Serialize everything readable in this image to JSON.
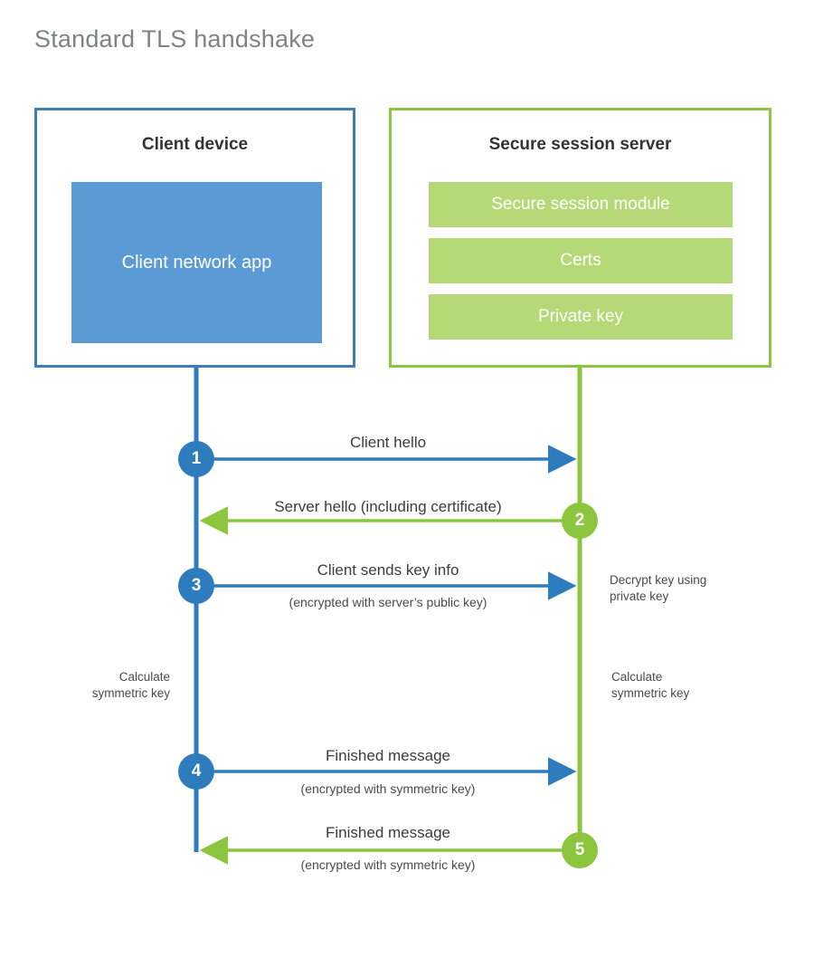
{
  "page": {
    "title": "Standard TLS handshake",
    "background": "#ffffff"
  },
  "colors": {
    "client_accent": "#3d7eb8",
    "client_fill": "#5b9bd5",
    "client_circle": "#2e7cbe",
    "server_accent": "#8cc63f",
    "server_fill": "#b5d977",
    "server_circle": "#8cc63f",
    "title_text": "#808285",
    "body_text": "#3c3c3c"
  },
  "client": {
    "title": "Client device",
    "app_label": "Client network app"
  },
  "server": {
    "title": "Secure session server",
    "components": [
      {
        "label": "Secure session module"
      },
      {
        "label": "Certs"
      },
      {
        "label": "Private key"
      }
    ]
  },
  "steps": [
    {
      "number": "1",
      "side": "client",
      "direction": "to-server",
      "main": "Client hello",
      "sub": ""
    },
    {
      "number": "2",
      "side": "server",
      "direction": "to-client",
      "main": "Server hello (including certificate)",
      "sub": ""
    },
    {
      "number": "3",
      "side": "client",
      "direction": "to-server",
      "main": "Client sends key info",
      "sub": "(encrypted with server’s public key)"
    },
    {
      "number": "4",
      "side": "client",
      "direction": "to-server",
      "main": "Finished message",
      "sub": "(encrypted with symmetric key)"
    },
    {
      "number": "5",
      "side": "server",
      "direction": "to-client",
      "main": "Finished message",
      "sub": "(encrypted with symmetric key)"
    }
  ],
  "notes": {
    "decrypt_key": "Decrypt key using\nprivate key",
    "client_calculate": "Calculate\nsymmetric key",
    "server_calculate": "Calculate\nsymmetric key"
  }
}
